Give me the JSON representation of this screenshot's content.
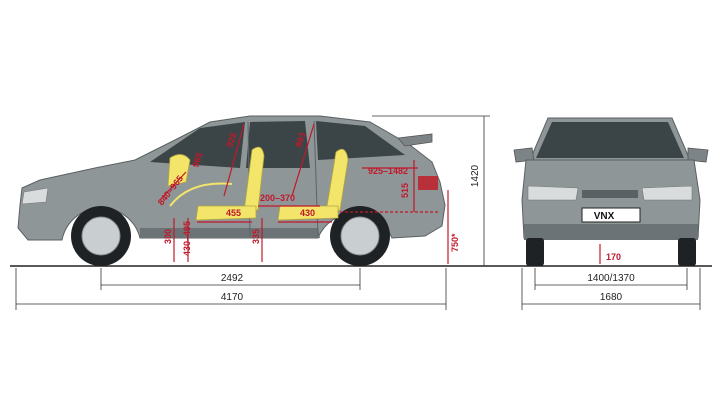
{
  "colors": {
    "body": "#8f9698",
    "body_dark": "#6c7376",
    "glass": "#3b4548",
    "seat": "#f2e56a",
    "accent_red": "#c0182a",
    "dim_line": "#333333"
  },
  "side_view": {
    "overall_length": "4170",
    "wheelbase": "2492",
    "height": "1420",
    "interior": {
      "front_headroom": "925",
      "rear_headroom": "893",
      "front_legroom_range": "840–965",
      "front_headrest": "965",
      "trunk_length": "925–1482",
      "trunk_height": "515",
      "seat_travel": "200–370",
      "front_seat_depth": "455",
      "rear_seat_depth": "430",
      "front_cushion_height": "300",
      "front_floor_height": "430–495",
      "rear_cushion_height": "335",
      "loading_height": "750*"
    }
  },
  "front_view": {
    "plate_text": "VNX",
    "track_width": "1400/1370",
    "overall_width": "1680",
    "ground_clearance": "170"
  }
}
